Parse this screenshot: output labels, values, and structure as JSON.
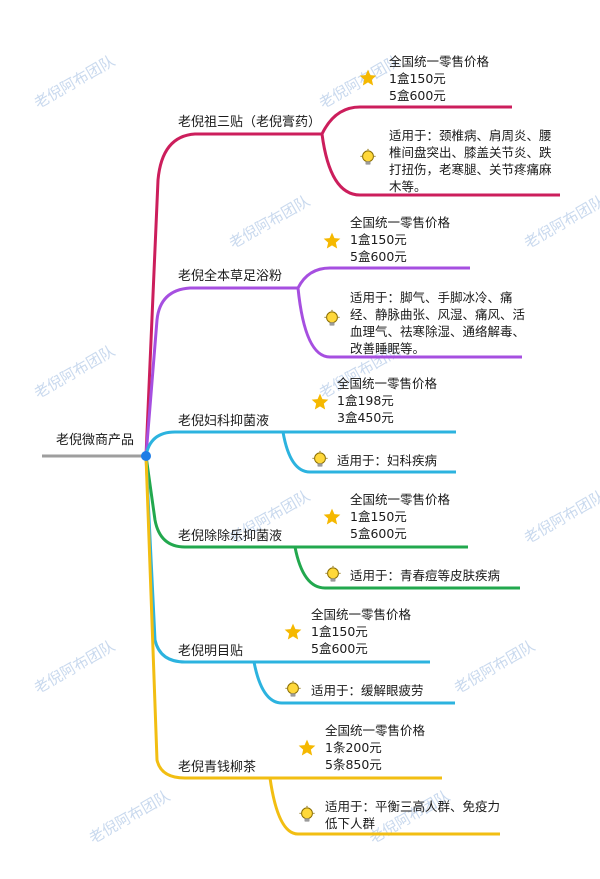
{
  "watermark": "老倪阿布团队",
  "root": "老倪微商产品",
  "price_title": "全国统一零售价格",
  "branches": [
    {
      "name": "老倪祖三贴（老倪膏药）",
      "color": "#cc1e5c",
      "price1": "1盒150元",
      "price2": "5盒600元",
      "use": "适用于：颈椎病、肩周炎、腰椎间盘突出、膝盖关节炎、跌打扭伤，老寒腿、关节疼痛麻木等。"
    },
    {
      "name": "老倪全本草足浴粉",
      "color": "#a64fe0",
      "price1": "1盒150元",
      "price2": "5盒600元",
      "use": "适用于：脚气、手脚冰冷、痛经、静脉曲张、风湿、痛风、活血理气、祛寒除湿、通络解毒、改善睡眠等。"
    },
    {
      "name": "老倪妇科抑菌液",
      "color": "#2cb3df",
      "price1": "1盒198元",
      "price2": "3盒450元",
      "use": "适用于：妇科疾病"
    },
    {
      "name": "老倪除除乐抑菌液",
      "color": "#22a84e",
      "price1": "1盒150元",
      "price2": "5盒600元",
      "use": "适用于：青春痘等皮肤疾病"
    },
    {
      "name": "老倪明目贴",
      "color": "#2cb3df",
      "price1": "1盒150元",
      "price2": "5盒600元",
      "use": "适用于：缓解眼疲劳"
    },
    {
      "name": "老倪青钱柳茶",
      "color": "#f2be12",
      "price1": "1条200元",
      "price2": "5条850元",
      "use": "适用于：平衡三高人群、免疫力低下人群"
    }
  ]
}
